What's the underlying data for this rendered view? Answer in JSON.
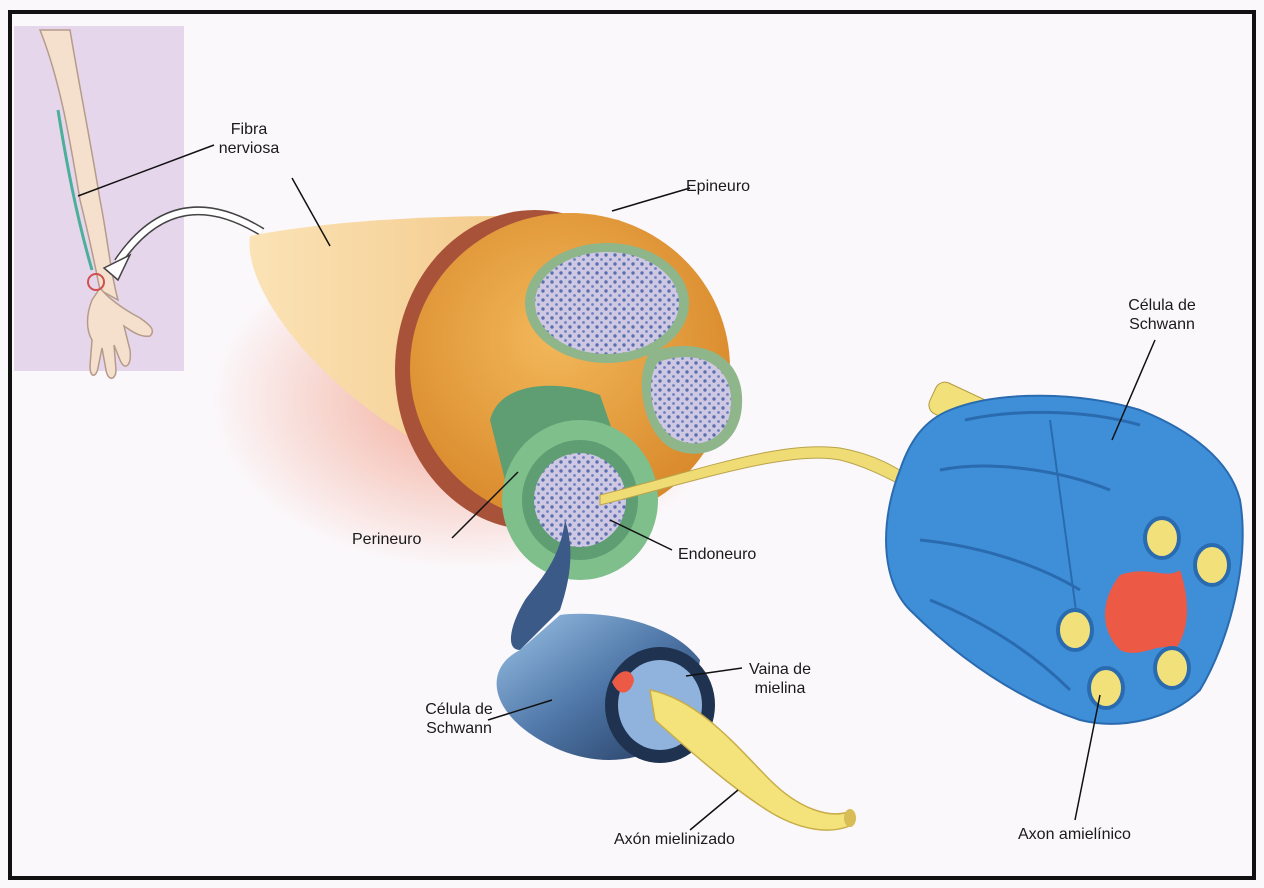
{
  "labels": {
    "fibra_nerviosa": [
      "Fibra",
      "nerviosa"
    ],
    "epineuro": "Epineuro",
    "celula_schwann_right": [
      "Célula de",
      "Schwann"
    ],
    "perineuro": "Perineuro",
    "endoneuro": "Endoneuro",
    "vaina_mielina": [
      "Vaina de",
      "mielina"
    ],
    "celula_schwann_left": [
      "Célula de",
      "Schwann"
    ],
    "axon_mielinizado": "Axón mielinizado",
    "axon_amielinico": "Axon amielínico"
  },
  "colors": {
    "epineuro": "#e7a13b",
    "epineuro_dark": "#a8523a",
    "perineuro": "#5f9e72",
    "fascicle_fill": "#c9c2dc",
    "dots": "#5a6fb0",
    "axon": "#f2e07a",
    "schwann_blue": "#3f8fd8",
    "myelin_dark": "#2f4a70",
    "core_red": "#ec5a45",
    "cone": "#f4cf93",
    "skin": "#f6e2cf",
    "arm_bg": "#e4d4ea"
  }
}
